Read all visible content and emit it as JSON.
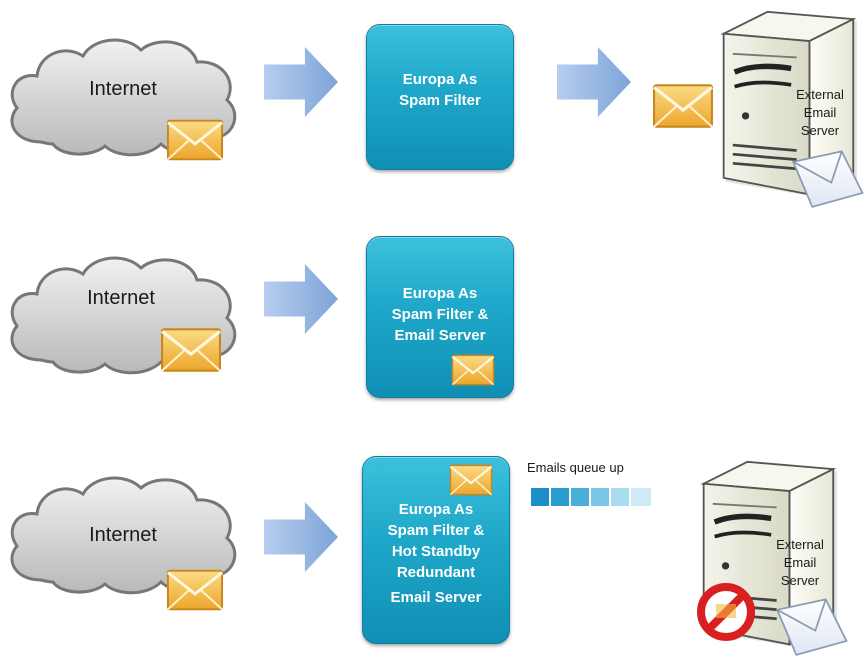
{
  "rows": [
    {
      "cloud_label": "Internet",
      "box_lines": [
        "Europa As",
        "Spam Filter"
      ],
      "server_lines": [
        "External",
        "Email",
        "Server"
      ]
    },
    {
      "cloud_label": "Internet",
      "box_lines": [
        "Europa As",
        "Spam Filter &",
        "Email Server"
      ]
    },
    {
      "cloud_label": "Internet",
      "box_lines": [
        "Europa As",
        "Spam Filter &",
        "Hot Standby",
        "Redundant",
        "Email Server"
      ],
      "queue_label": "Emails queue up",
      "server_lines": [
        "External",
        "Email",
        "Server"
      ]
    }
  ],
  "colors": {
    "box": "#1ea7c9",
    "arrow": "#8fb3e0",
    "envelope": "#f2b93a",
    "queue": [
      "#1a90c7",
      "#2a9ed0",
      "#4ab0da",
      "#79c6e6",
      "#a9dbf0",
      "#cdeaf6"
    ],
    "no_sign": "#d91f1f"
  },
  "icons": [
    "cloud-icon",
    "arrow-right-icon",
    "envelope-icon",
    "server-icon",
    "no-entry-icon"
  ]
}
